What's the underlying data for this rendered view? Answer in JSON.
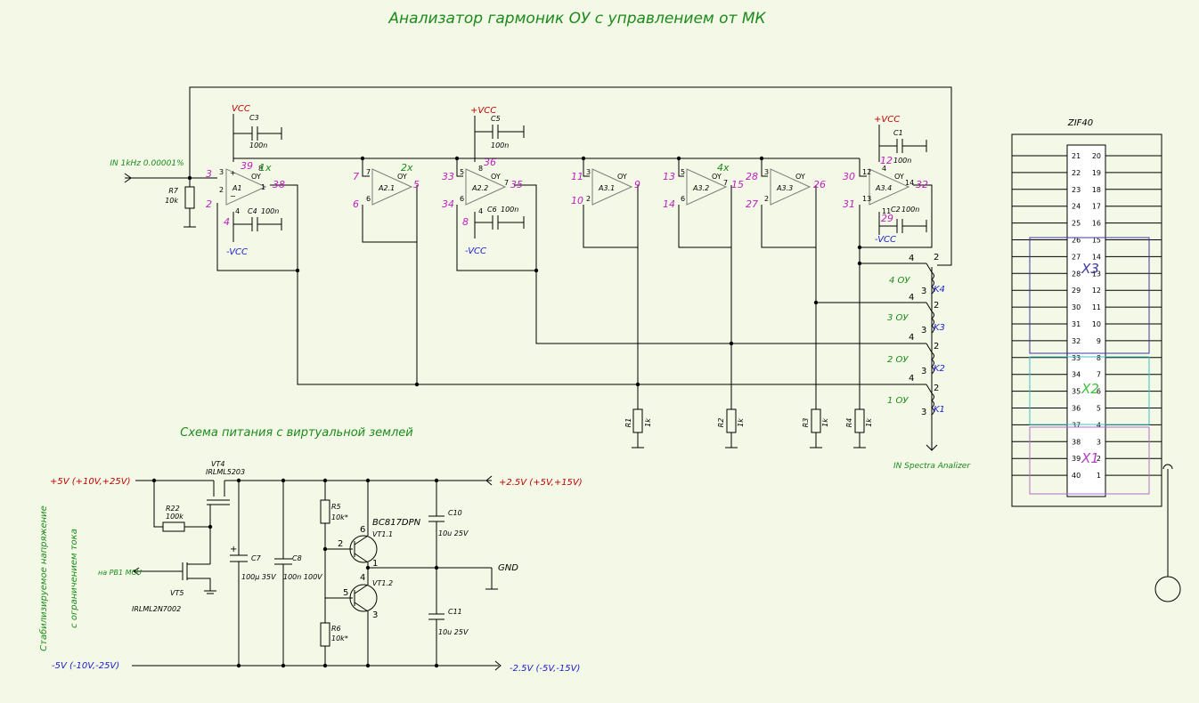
{
  "title": "Анализатор гармоник ОУ с управлением от МК",
  "power_title": "Схема питания с виртуальной землей",
  "input_label": "IN 1kHz 0.00001%",
  "output_label": "IN Spectra Analizer",
  "supply": {
    "vcc": "VCC",
    "pvcc": "+VCC",
    "nvcc": "-VCC"
  },
  "opamps": [
    {
      "ref": "A1",
      "gain": "1x",
      "pins": {
        "in_p": "3",
        "in_n": "2",
        "out": "38",
        "vp": "39",
        "vn": "4"
      }
    },
    {
      "ref": "A2.1",
      "gain": "2x",
      "pins": {
        "in_p": "7",
        "in_n": "6",
        "out": "5"
      }
    },
    {
      "ref": "A2.2",
      "pins": {
        "in_p": "33",
        "in_n": "34",
        "out": "35",
        "vp": "36",
        "vn": "8"
      }
    },
    {
      "ref": "A3.1",
      "pins": {
        "in_p": "11",
        "in_n": "10",
        "out": "9"
      }
    },
    {
      "ref": "A3.2",
      "gain": "4x",
      "pins": {
        "in_p": "13",
        "in_n": "14",
        "out": "15"
      }
    },
    {
      "ref": "A3.3",
      "pins": {
        "in_p": "28",
        "in_n": "27",
        "out": "26"
      }
    },
    {
      "ref": "A3.4",
      "pins": {
        "in_p": "30",
        "in_n": "31",
        "out": "32",
        "vp": "12",
        "vn": "29"
      }
    }
  ],
  "ic_pin_small": {
    "p3": "3",
    "p2": "2",
    "p7": "7",
    "p4": "4",
    "p8": "8",
    "p5": "5",
    "p6": "6",
    "p1": "1",
    "p11": "11",
    "p12": "12",
    "p13": "13",
    "p14": "14"
  },
  "ou": "OY",
  "caps_top": {
    "c3": "C3",
    "c3v": "100n",
    "c5": "C5",
    "c5v": "100n",
    "c1": "C1",
    "c1v": "100n",
    "c4": "C4",
    "c4v": "100n",
    "c6": "C6",
    "c6v": "100n",
    "c2": "C2",
    "c2v": "100n"
  },
  "resistors_top": {
    "r7": "R7",
    "r7v": "10k",
    "r1": "R1",
    "r2": "R2",
    "r3": "R3",
    "r4": "R4",
    "rv": "1k"
  },
  "relays": [
    {
      "ref": "K4",
      "label": "4 ОУ"
    },
    {
      "ref": "K3",
      "label": "3 ОУ"
    },
    {
      "ref": "K2",
      "label": "2 ОУ"
    },
    {
      "ref": "K1",
      "label": "1 ОУ"
    }
  ],
  "relay_pins": {
    "p2": "2",
    "p3": "3",
    "p4": "4"
  },
  "zif": {
    "title": "ZIF40",
    "left": [
      "21",
      "22",
      "23",
      "24",
      "25",
      "26",
      "27",
      "28",
      "29",
      "30",
      "31",
      "32",
      "33",
      "34",
      "35",
      "36",
      "37",
      "38",
      "39",
      "40"
    ],
    "right": [
      "20",
      "19",
      "18",
      "17",
      "16",
      "15",
      "14",
      "13",
      "12",
      "11",
      "10",
      "9",
      "8",
      "7",
      "6",
      "5",
      "4",
      "3",
      "2",
      "1"
    ],
    "groups": [
      {
        "name": "X3",
        "color": "#3a3aa0"
      },
      {
        "name": "X2",
        "color": "#40c040"
      },
      {
        "name": "X1",
        "color": "#b040c0"
      }
    ]
  },
  "power": {
    "vin_p": "+5V (+10V,+25V)",
    "vin_n": "-5V (-10V,-25V)",
    "vout_p": "+2.5V (+5V,+15V)",
    "vout_n": "-2.5V (-5V,-15V)",
    "gnd": "GND",
    "side_label_1": "Стабилизируемое напряжение",
    "side_label_2": "с ограничением тока",
    "vt4": "VT4",
    "vt4_type": "IRLML5203",
    "vt5": "VT5",
    "vt5_type": "IRLML2N7002",
    "mcu": "на PB1 MCU",
    "r22": "R22",
    "r22v": "100k",
    "c7": "C7",
    "c7v": "100µ 35V",
    "c8": "C8",
    "c8v": "100n 100V",
    "r5": "R5",
    "r5v": "10k*",
    "r6": "R6",
    "r6v": "10k*",
    "bjt": "BC817DPN",
    "vt11": "VT1.1",
    "vt12": "VT1.2",
    "c10": "C10",
    "c10v": "10u 25V",
    "c11": "C11",
    "c11v": "10u 25V",
    "pins": {
      "p1": "1",
      "p2": "2",
      "p3": "3",
      "p4": "4",
      "p5": "5",
      "p6": "6"
    }
  }
}
